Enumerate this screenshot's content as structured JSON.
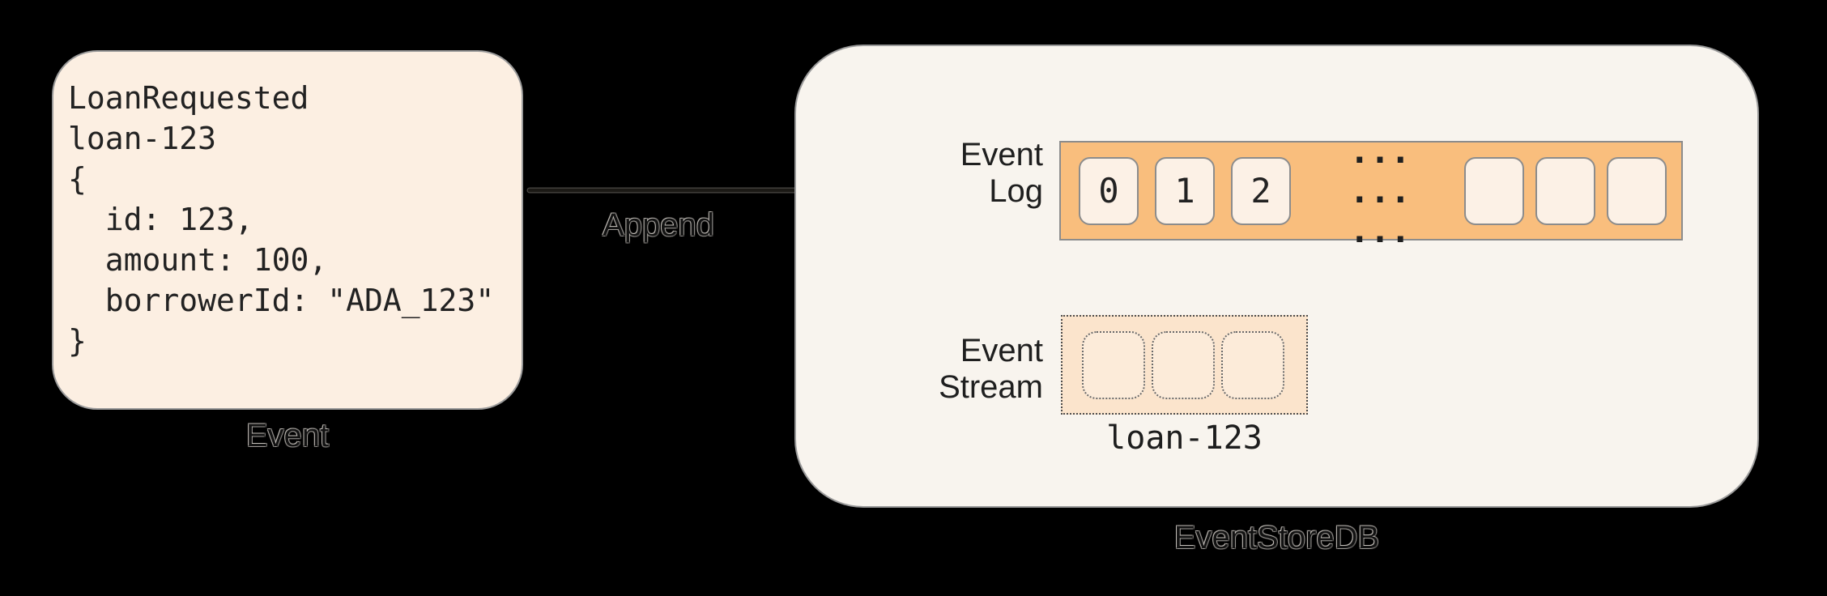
{
  "colors": {
    "background": "#000000",
    "event_card_fill": "#FCEFE2",
    "event_card_border": "#9A9A9A",
    "store_fill": "#F8F4EE",
    "store_border": "#9A9A9A",
    "log_bar_fill": "#F9BE7D",
    "log_cell_fill": "#FCF1E6",
    "cell_border": "#8C8C8C",
    "stream_box_fill": "#FBE4CC",
    "stream_cell_fill": "#FCEBD9",
    "dotted_border": "#4D4D4D",
    "arrow": "#1B1915",
    "text_dark": "#1F1F1F"
  },
  "event_card": {
    "code_lines": [
      "LoanRequested",
      "loan-123",
      "{",
      "  id: 123,",
      "  amount: 100,",
      "  borrowerId: \"ADA_123\"",
      "}"
    ],
    "label": "Event"
  },
  "append_label": "Append",
  "eventstore": {
    "label": "EventStoreDB",
    "event_log": {
      "label": [
        "Event",
        "Log"
      ],
      "cells": [
        "0",
        "1",
        "2"
      ],
      "ellipsis": "... ... ...",
      "empty_cell_count": 3
    },
    "event_stream": {
      "label": [
        "Event",
        "Stream"
      ],
      "empty_cell_count": 3,
      "stream_name": "loan-123"
    }
  }
}
